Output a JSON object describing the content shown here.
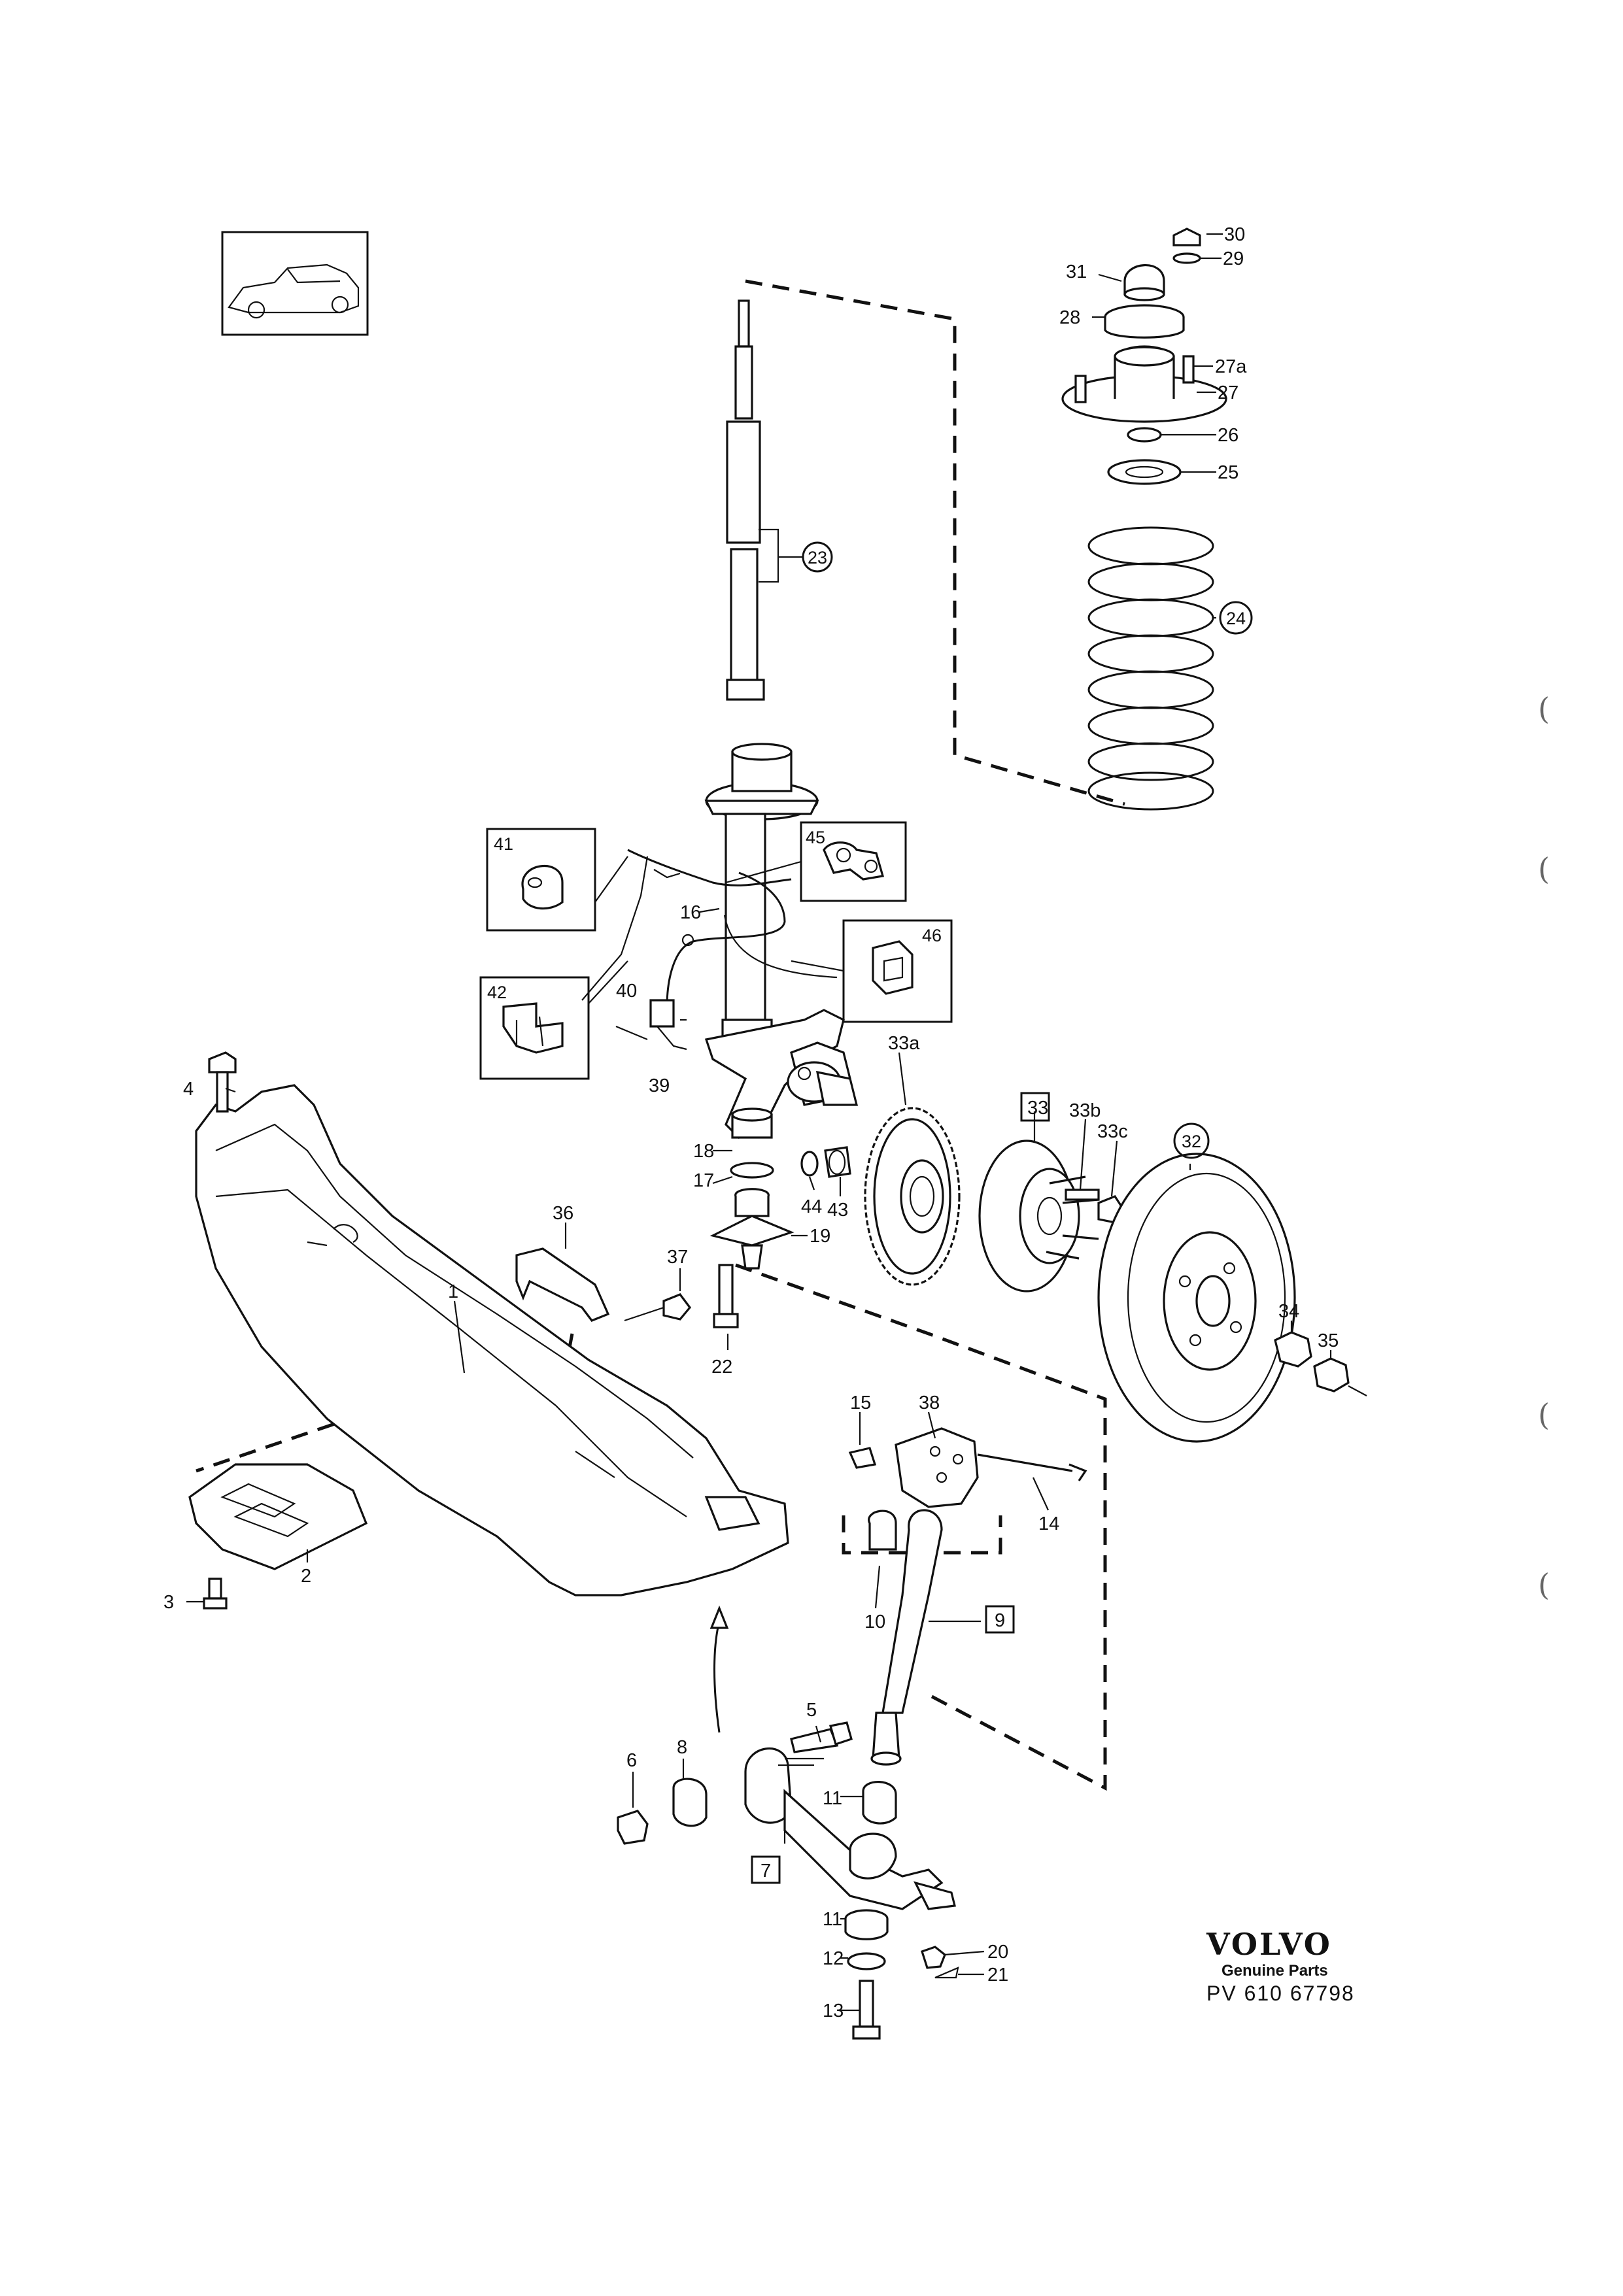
{
  "brand": {
    "name": "VOLVO",
    "subtitle": "Genuine Parts",
    "code": "PV 610 67798"
  },
  "edge_marks": [
    "(",
    "(",
    "(",
    "("
  ],
  "labels": {
    "l1": "1",
    "l2": "2",
    "l3": "3",
    "l4": "4",
    "l5": "5",
    "l6": "6",
    "l7": "7",
    "l8": "8",
    "l9": "9",
    "l10": "10",
    "l11a": "11",
    "l11b": "11",
    "l12": "12",
    "l13": "13",
    "l14": "14",
    "l15": "15",
    "l16": "16",
    "l17": "17",
    "l18": "18",
    "l19": "19",
    "l20": "20",
    "l21": "21",
    "l22": "22",
    "l23": "23",
    "l24": "24",
    "l25": "25",
    "l26": "26",
    "l27": "27",
    "l27a": "27a",
    "l28": "28",
    "l29": "29",
    "l30": "30",
    "l31": "31",
    "l32": "32",
    "l33": "33",
    "l33a": "33a",
    "l33b": "33b",
    "l33c": "33c",
    "l34": "34",
    "l35": "35",
    "l36": "36",
    "l37": "37",
    "l38": "38",
    "l39": "39",
    "l40": "40",
    "l41": "41",
    "l42": "42",
    "l43": "43",
    "l44": "44",
    "l45": "45",
    "l46": "46"
  }
}
